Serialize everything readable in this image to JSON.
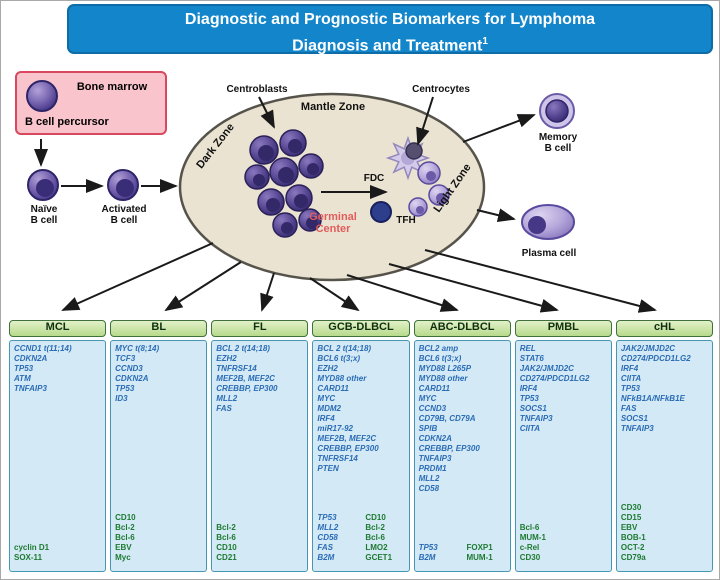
{
  "title": {
    "line1": "Diagnostic and Prognostic Biomarkers for Lymphoma",
    "line2": "Diagnosis and Treatment",
    "superscript": "1"
  },
  "colors": {
    "banner_blue": "#1386cb",
    "column_header_green": "#b7da8b",
    "column_body_blue": "#d3e9f6",
    "mutation_text_blue": "#2a6cb5",
    "marker_text_green": "#1d7a30",
    "germinal_center_red": "#e25c5c",
    "bone_marrow_pink": "#f9c4cb",
    "oval_beige": "#eae3d2"
  },
  "diagram": {
    "bone_marrow_label": "Bone marrow",
    "b_cell_precursor_label": "B cell percursor",
    "naive_line1": "Naïve",
    "naive_line2": "B cell",
    "activated_line1": "Activated",
    "activated_line2": "B cell",
    "centroblasts_label": "Centroblasts",
    "centrocytes_label": "Centrocytes",
    "mantle_zone_label": "Mantle Zone",
    "dark_zone_label": "Dark Zone",
    "light_zone_label": "Light Zone",
    "germinal_center_line1": "Germinal",
    "germinal_center_line2": "Center",
    "fdc_label": "FDC",
    "tfh_label": "TFH",
    "memory_line1": "Memory",
    "memory_line2": "B cell",
    "plasma_label": "Plasma cell"
  },
  "columns": [
    {
      "header": "MCL",
      "mutations": [
        "CCND1 t(11;14)",
        "CDKN2A",
        "TP53",
        "ATM",
        "TNFAIP3"
      ],
      "pairs": [],
      "markers": [
        "cyclin D1",
        "SOX-11"
      ]
    },
    {
      "header": "BL",
      "mutations": [
        "MYC t(8;14)",
        "TCF3",
        "CCND3",
        "CDKN2A",
        "TP53",
        "ID3"
      ],
      "pairs": [],
      "markers": [
        "CD10",
        "Bcl-2",
        "Bcl-6",
        "EBV",
        "Myc"
      ]
    },
    {
      "header": "FL",
      "mutations": [
        "BCL 2 t(14;18)",
        "EZH2",
        "TNFRSF14",
        "MEF2B, MEF2C",
        "CREBBP, EP300",
        "MLL2",
        "FAS"
      ],
      "pairs": [],
      "markers": [
        "Bcl-2",
        "Bcl-6",
        "CD10",
        "CD21"
      ]
    },
    {
      "header": "GCB-DLBCL",
      "mutations": [
        "BCL 2 t(14;18)",
        "BCL6 t(3;x)",
        "EZH2",
        "MYD88 other",
        "CARD11",
        "MYC",
        "MDM2",
        "IRF4",
        "miR17-92",
        "MEF2B, MEF2C",
        "CREBBP, EP300",
        "TNFRSF14",
        "PTEN"
      ],
      "pairs": [
        {
          "mutation": "TP53",
          "marker": "CD10"
        },
        {
          "mutation": "MLL2",
          "marker": "Bcl-2"
        },
        {
          "mutation": "CD58",
          "marker": "Bcl-6"
        },
        {
          "mutation": "FAS",
          "marker": "LMO2"
        },
        {
          "mutation": "B2M",
          "marker": "GCET1"
        }
      ],
      "markers": []
    },
    {
      "header": "ABC-DLBCL",
      "mutations": [
        "BCL2 amp",
        "BCL6 t(3;x)",
        "MYD88 L265P",
        "MYD88 other",
        "CARD11",
        "MYC",
        "CCND3",
        "CD79B, CD79A",
        "SPIB",
        "CDKN2A",
        "CREBBP, EP300",
        "TNFAIP3",
        "PRDM1",
        "MLL2",
        "CD58"
      ],
      "pairs": [
        {
          "mutation": "TP53",
          "marker": "FOXP1"
        },
        {
          "mutation": "B2M",
          "marker": "MUM-1"
        }
      ],
      "markers": []
    },
    {
      "header": "PMBL",
      "mutations": [
        "REL",
        "STAT6",
        "JAK2/JMJD2C",
        "CD274/PDCD1LG2",
        "IRF4",
        "TP53",
        "SOCS1",
        "TNFAIP3",
        "CIITA"
      ],
      "pairs": [],
      "markers": [
        "Bcl-6",
        "MUM-1",
        "c-Rel",
        "CD30"
      ]
    },
    {
      "header": "cHL",
      "mutations": [
        "JAK2/JMJD2C",
        "CD274/PDCD1LG2",
        "IRF4",
        "CIITA",
        "TP53",
        "NFkB1A/NFkB1E",
        "FAS",
        "SOCS1",
        "TNFAIP3"
      ],
      "pairs": [],
      "markers": [
        "CD30",
        "CD15",
        "EBV",
        "BOB-1",
        "OCT-2",
        "CD79a"
      ]
    }
  ]
}
